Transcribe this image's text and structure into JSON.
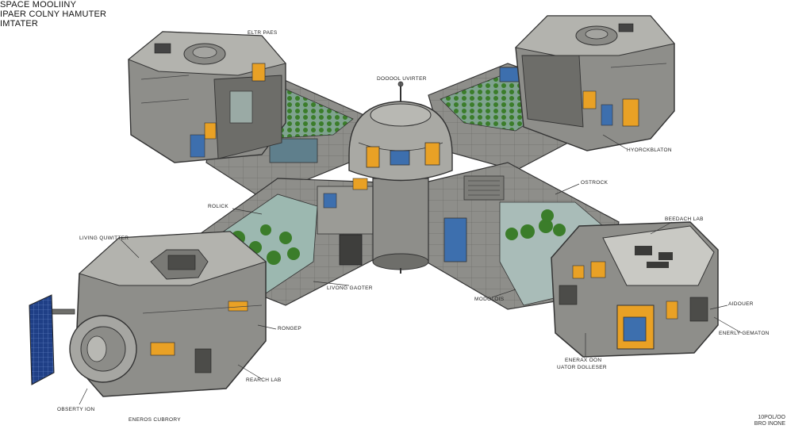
{
  "title": {
    "line1": "SPACE MOOLIINY",
    "line2": "IPAER COLNY HAMUTER",
    "line3": "IMTATER"
  },
  "labels": {
    "top_left_pod": "ELTR PAES",
    "command_quarter": "DOOOOL UVIRTER",
    "hydroponics": "HYORCKBLATON",
    "rolick": "ROLICK",
    "ostrock": "OSTROCK",
    "living_quarter": "LIVING QUWITTER",
    "research_lab_right": "BEEDACH LAB",
    "living_gaoter": "LIVONG GAOTER",
    "rongep": "RONGEP",
    "modules": "MODOLOIS",
    "aidouer": "AIDOUER",
    "energy_generation": "ENERLY GEMATON",
    "research_lab_bottom": "REARCH LAB",
    "energy_oon": "ENERAX OON",
    "uator_dolleser": "UATOR DOLLESER",
    "observation": "OBSERTY ION",
    "energy_cubory": "ENEROS CUBRORY"
  },
  "corner_text": {
    "line1": "10POL/OO",
    "line2": "BRO INONE"
  },
  "colors": {
    "hull": "#8e8e8a",
    "hull_light": "#b3b3ae",
    "hull_dark": "#5e5e5b",
    "accent_orange": "#e9a125",
    "window_blue": "#3d6fae",
    "plant_green": "#3b7d2a",
    "interior_teal": "#8fb0a8",
    "solar_blue": "#1f3f86"
  },
  "icons": [
    "solar-panel-icon",
    "hatch-icon",
    "antenna-icon"
  ]
}
